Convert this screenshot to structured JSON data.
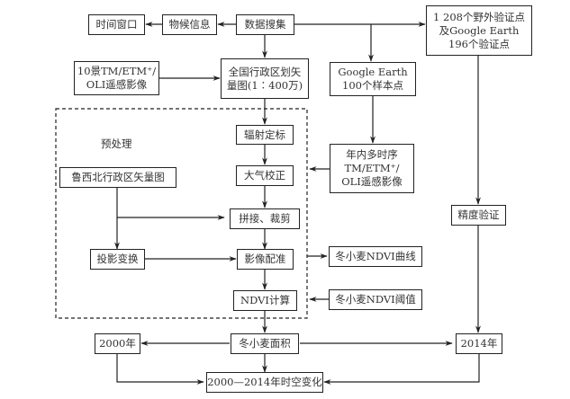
{
  "diagram": {
    "nodes": {
      "data_collection": "数据搜集",
      "phenology": "物候信息",
      "time_window": "时间窗口",
      "field_validation": [
        "1 208个野外验证点",
        "及Google Earth",
        "196个验证点"
      ],
      "landsat_scenes": [
        "10景TM/ETM⁺/",
        "OLI遥感影像"
      ],
      "admin_map": [
        "全国行政区划矢",
        "量图(1∶400万)"
      ],
      "google_earth_samples": [
        "Google Earth",
        "100个样本点"
      ],
      "preprocessing_label": "预处理",
      "radiometric": "辐射定标",
      "multi_temporal": [
        "年内多时序",
        "TM/ETM⁺/",
        "OLI遥感影像"
      ],
      "lxb_admin_map": "鲁西北行政区矢量图",
      "atmospheric": "大气校正",
      "mosaic_clip": "拼接、裁剪",
      "accuracy": "精度验证",
      "projection": "投影变换",
      "registration": "影像配准",
      "ndvi_curve": "冬小麦NDVI曲线",
      "ndvi_calc": "NDVI计算",
      "ndvi_threshold": "冬小麦NDVI阈值",
      "year_2000": "2000年",
      "wheat_area": "冬小麦面积",
      "year_2014": "2014年",
      "change": "2000—2014年时空变化"
    }
  }
}
